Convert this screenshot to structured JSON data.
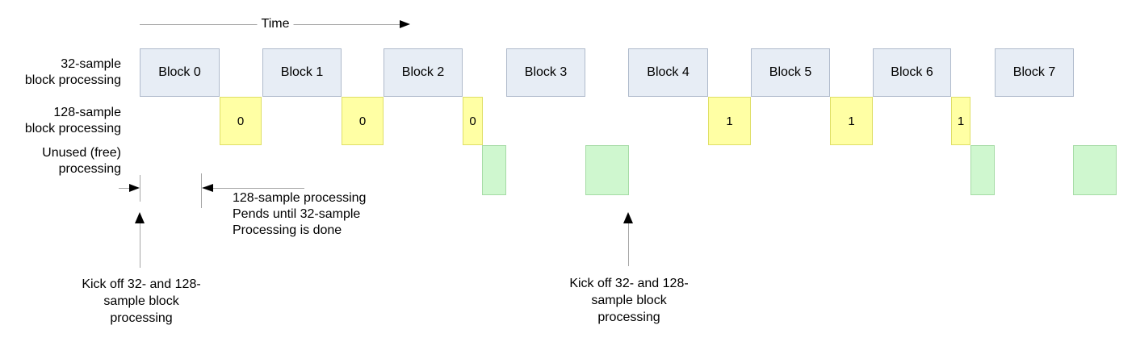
{
  "time_axis": {
    "label": "Time"
  },
  "rows": {
    "r32": {
      "label_lines": [
        "32-sample",
        "block processing"
      ]
    },
    "r128": {
      "label_lines": [
        "128-sample",
        "block processing"
      ]
    },
    "runused": {
      "label_lines": [
        "Unused (free)",
        "processing"
      ]
    }
  },
  "blocks": {
    "blue": [
      {
        "label": "Block 0"
      },
      {
        "label": "Block 1"
      },
      {
        "label": "Block 2"
      },
      {
        "label": "Block 3"
      },
      {
        "label": "Block 4"
      },
      {
        "label": "Block 5"
      },
      {
        "label": "Block 6"
      },
      {
        "label": "Block 7"
      }
    ],
    "yellow": [
      {
        "label": "0"
      },
      {
        "label": "0"
      },
      {
        "label": "0"
      },
      {
        "label": "1"
      },
      {
        "label": "1"
      },
      {
        "label": "1"
      }
    ],
    "green_count": 4
  },
  "annotations": {
    "pend_note_lines": [
      "128-sample processing",
      "Pends until 32-sample",
      "Processing is done"
    ],
    "kickoff_left_lines": [
      "Kick off 32- and 128-",
      "sample block",
      "processing"
    ],
    "kickoff_right_lines": [
      "Kick off 32- and 128-",
      "sample block",
      "processing"
    ]
  },
  "colors": {
    "blue_fill": "#E7EDF5",
    "blue_border": "#AFBACB",
    "yellow_fill": "#FFFFA4",
    "yellow_border": "#DFDF66",
    "green_fill": "#CFF7CF",
    "green_border": "#A5DBA5",
    "guide_line_gray": "#A6A6A6",
    "arrow_black": "#000000"
  }
}
